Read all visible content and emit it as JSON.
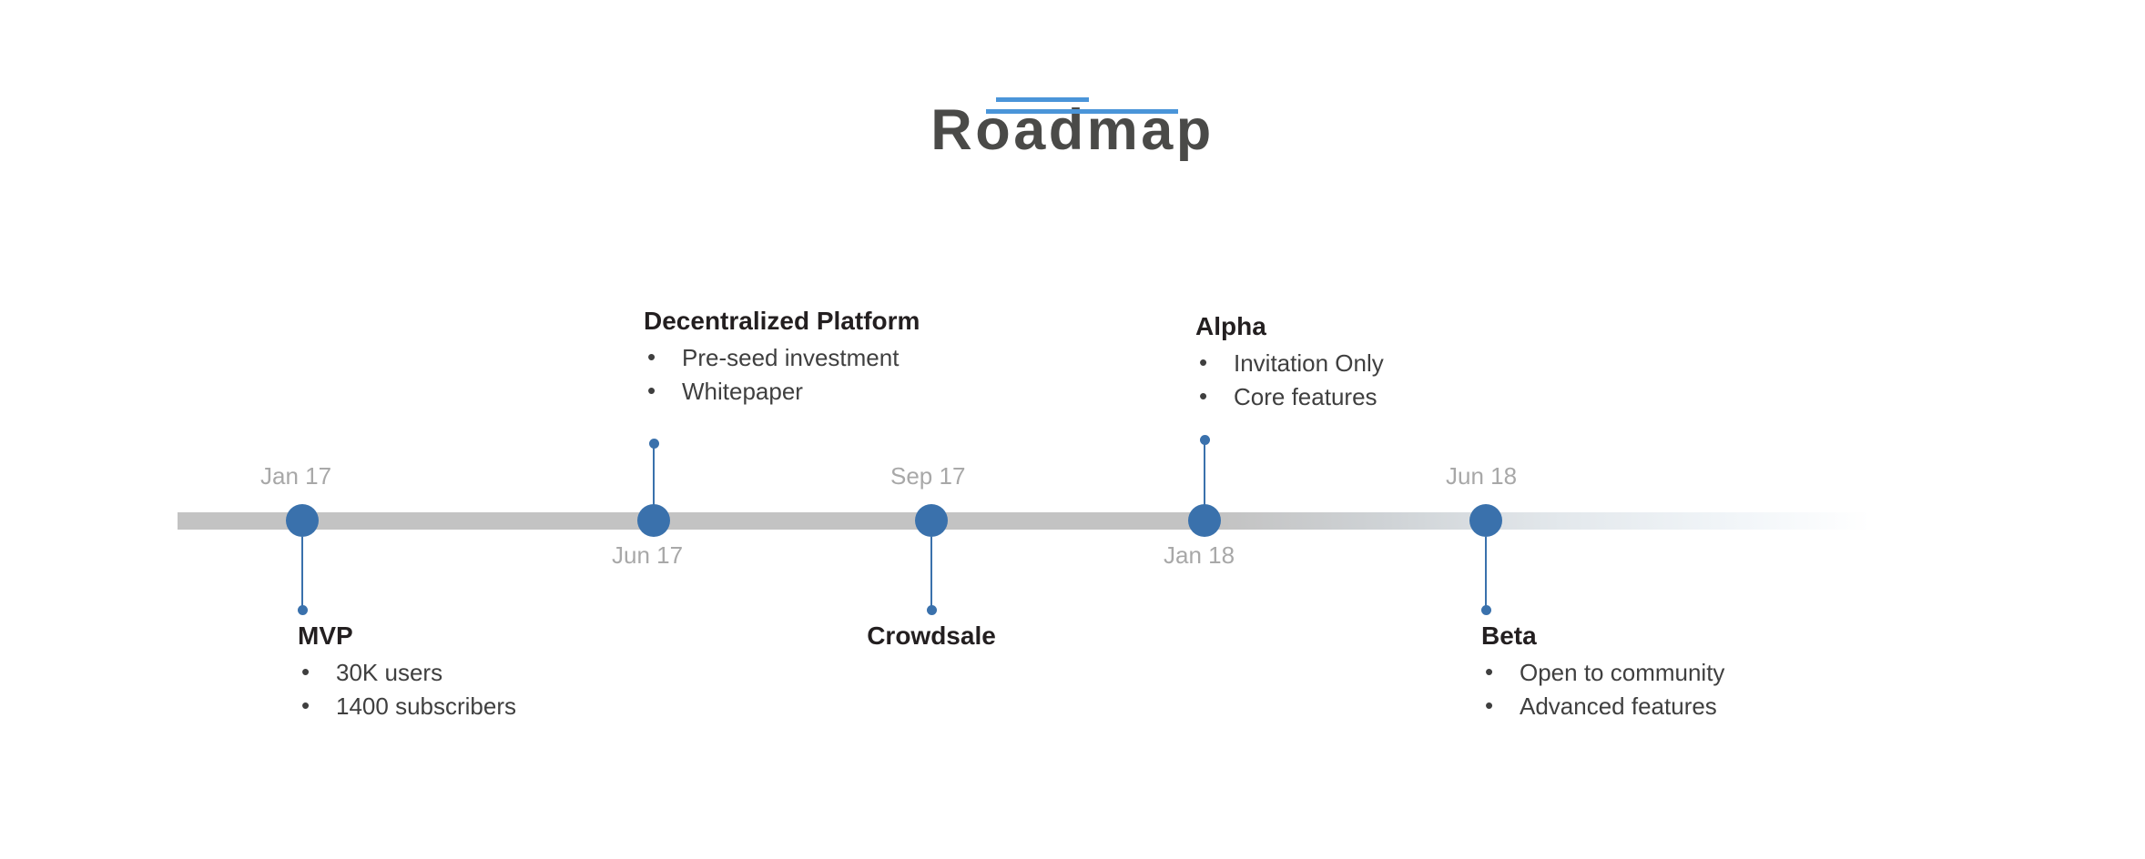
{
  "title": {
    "text": "Roadmap",
    "color": "#4a4a48",
    "rule_color": "#4a95d9"
  },
  "timeline": {
    "axis_color": "#c3c3c3",
    "marker_color": "#3a71ac",
    "date_label_color": "#a8a8a8",
    "milestones": [
      {
        "id": "mvp",
        "date": "Jan 17",
        "date_position": "above",
        "content_position": "below",
        "heading": "MVP",
        "bullets": [
          "30K users",
          "1400 subscribers"
        ]
      },
      {
        "id": "decentralized-platform",
        "date": "Jun 17",
        "date_position": "below",
        "content_position": "above",
        "heading": "Decentralized Platform",
        "bullets": [
          "Pre-seed investment",
          "Whitepaper"
        ]
      },
      {
        "id": "crowdsale",
        "date": "Sep 17",
        "date_position": "above",
        "content_position": "below",
        "heading": "Crowdsale",
        "bullets": []
      },
      {
        "id": "alpha",
        "date": "Jan 18",
        "date_position": "below",
        "content_position": "above",
        "heading": "Alpha",
        "bullets": [
          "Invitation Only",
          "Core features"
        ]
      },
      {
        "id": "beta",
        "date": "Jun 18",
        "date_position": "above",
        "content_position": "below",
        "heading": "Beta",
        "bullets": [
          "Open to community",
          "Advanced features"
        ]
      }
    ]
  }
}
